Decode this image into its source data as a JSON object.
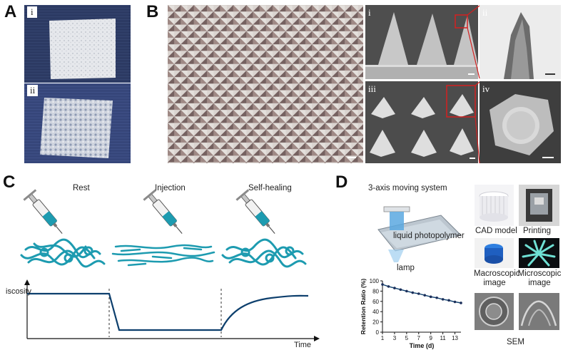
{
  "panels": {
    "a": {
      "letter": "A",
      "sub_i": "i",
      "sub_ii": "ii"
    },
    "b": {
      "letter": "B",
      "sub_i": "i",
      "sub_ii": "ii",
      "sub_iii": "iii",
      "sub_iv": "iv"
    },
    "c": {
      "letter": "C",
      "stages": [
        "Rest",
        "Injection",
        "Self-healing"
      ],
      "y_label": "iscosity",
      "x_label": "Time"
    },
    "d": {
      "letter": "D",
      "system_title": "3-axis moving system",
      "polymer_label": "liquid photopolymer",
      "lamp_label": "lamp",
      "cad_label": "CAD model",
      "printing_label": "Printing",
      "macro_label": "Macroscopic\nimage",
      "micro_label": "Microscopic\nimage",
      "sem_label": "SEM"
    }
  },
  "colors": {
    "hydrogel": "#1d9bb0",
    "curve": "#0d3f6d",
    "denim": "#2e3e68",
    "sem_bg": "#9a9a9a"
  },
  "chart_data": {
    "type": "line",
    "title": "",
    "xlabel": "Time (d)",
    "ylabel": "Retention Ratio (%)",
    "xlim": [
      1,
      14
    ],
    "ylim": [
      0,
      100
    ],
    "xticks": [
      "1",
      "3",
      "5",
      "7",
      "9",
      "11",
      "13"
    ],
    "yticks": [
      "0",
      "20",
      "40",
      "60",
      "80",
      "100"
    ],
    "x": [
      1,
      2,
      3,
      4,
      5,
      6,
      7,
      8,
      9,
      10,
      11,
      12,
      13,
      14
    ],
    "values": [
      93,
      89,
      86,
      83,
      80,
      77,
      75,
      72,
      69,
      67,
      64,
      62,
      59,
      57
    ]
  }
}
